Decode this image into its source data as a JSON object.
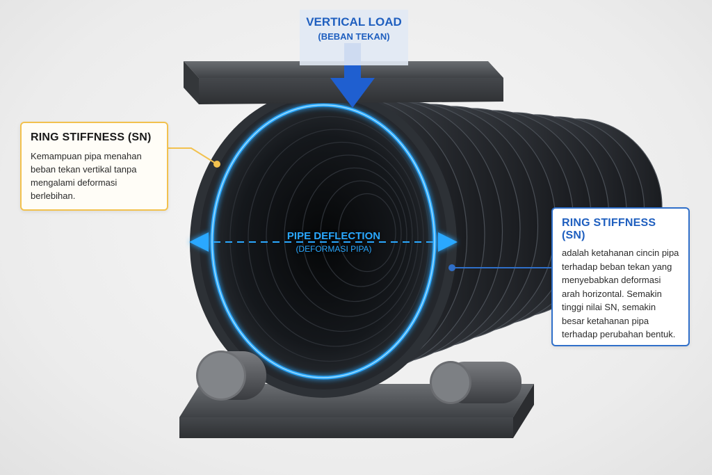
{
  "vertical_load": {
    "title": "VERTICAL LOAD",
    "subtitle": "(BEBAN TEKAN)"
  },
  "pipe_deflection": {
    "title": "PIPE DEFLECTION",
    "subtitle": "(DEFORMASI PIPA)"
  },
  "callout_left": {
    "title": "RING STIFFNESS (SN)",
    "body": "Kemampuan pipa menahan beban tekan vertikal tanpa mengalami deformasi berlebihan."
  },
  "callout_right": {
    "title": "RING STIFFNESS (SN)",
    "body": "adalah ketahanan cincin pipa terhadap beban tekan yang menyebabkan deformasi arah horizontal. Semakin tinggi nilai SN, semakin besar ketahanan pipa terhadap perubahan bentuk."
  },
  "colors": {
    "accent_blue": "#2f6fc9",
    "glow_blue": "#2aa8ff",
    "callout_yellow": "#f2c14e",
    "pipe_dark": "#262a30",
    "plate_gray": "#4a4d51"
  }
}
